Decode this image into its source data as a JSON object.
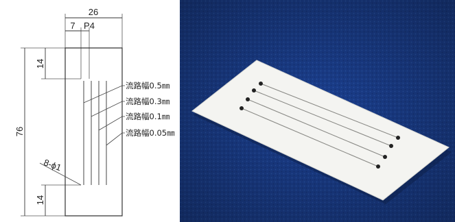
{
  "drawing": {
    "dimensions": {
      "overall_width": "26",
      "offset": "7",
      "pitch": "P4",
      "height": "76",
      "top_margin": "14",
      "bottom_margin": "14",
      "holes": "8-ϕ1"
    },
    "channel_labels": [
      "流路幅0.5㎜",
      "流路幅0.3㎜",
      "流路幅0.1㎜",
      "流路幅0.05㎜"
    ]
  },
  "colors": {
    "photo_background": "#1b3f8f",
    "chip": "#f4f4f1",
    "line": "#333333"
  }
}
